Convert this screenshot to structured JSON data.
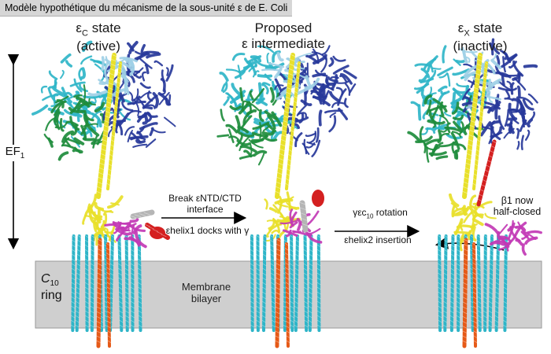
{
  "title": "Modèle hypothétique du mécanisme de la sous-unité  ε de E. Coli",
  "states": {
    "active_line1_prefix": "ε",
    "active_line1_sub": "C",
    "active_line1_suffix": " state",
    "active_line2": "(active)",
    "intermediate_line1": "Proposed",
    "intermediate_line2": "ε intermediate",
    "inactive_line1_prefix": "ε",
    "inactive_line1_sub": "X",
    "inactive_line1_suffix": " state",
    "inactive_line2": "(inactive)"
  },
  "step1": {
    "line1": "Break εNTD/CTD",
    "line2": "interface",
    "line3": "εhelix1 docks with γ"
  },
  "step2": {
    "line1_prefix": "γεc",
    "line1_sub": "10",
    "line1_suffix": " rotation",
    "line2": "εhelix2 insertion"
  },
  "ef1": {
    "text": "EF",
    "sub": "1"
  },
  "ring": {
    "italic": "C",
    "sub": "10",
    "line2": "ring"
  },
  "membrane": {
    "line1": "Membrane",
    "line2": "bilayer"
  },
  "beta_note": {
    "line1": "β1 now",
    "line2": "half-closed"
  },
  "colors": {
    "membrane_fill": "#cfcfcf",
    "cyan": "#2fb5c8",
    "green": "#1e8c3c",
    "blue": "#27389a",
    "light_blue": "#9fd0e6",
    "yellow": "#e8e02a",
    "magenta": "#c23ab5",
    "red": "#d42020",
    "orange": "#e65a18",
    "gray": "#b5b5b5"
  }
}
